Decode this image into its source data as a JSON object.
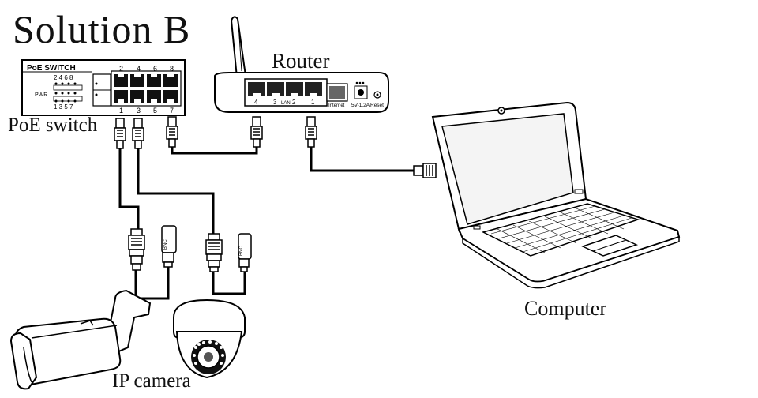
{
  "title": "Solution B",
  "labels": {
    "router": "Router",
    "poe_switch": "PoE switch",
    "computer": "Computer",
    "ip_camera": "IP camera"
  },
  "poe_switch": {
    "panel_title": "PoE SWITCH",
    "pwr": "PWR",
    "led_top_numbers": "2 4 6 8",
    "led_bottom_numbers": "1 3 5 7",
    "ports_top": [
      "2",
      "4",
      "6",
      "8"
    ],
    "ports_bottom": [
      "1",
      "3",
      "5",
      "7"
    ]
  },
  "router": {
    "ports": [
      "4",
      "3",
      "2",
      "1"
    ],
    "lan": "LAN",
    "internet": "Internet",
    "power": "5V-1.2A",
    "reset": "Reset"
  },
  "connector_mark": "BNC",
  "colors": {
    "line": "#000000",
    "background": "#ffffff"
  }
}
